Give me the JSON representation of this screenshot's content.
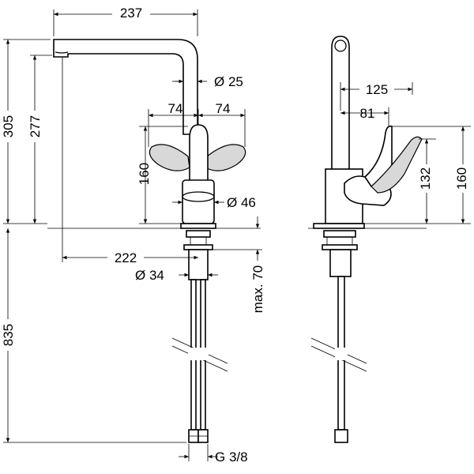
{
  "front_view": {
    "dim_spout_reach": "237",
    "dim_spout_diameter": "Ø 25",
    "dim_lever_left": "74",
    "dim_lever_right": "74",
    "dim_lever_height": "160",
    "dim_body_diameter": "Ø 46",
    "dim_total_height": "305",
    "dim_spout_height": "277",
    "dim_base_offset": "222",
    "dim_shank_diameter": "Ø 34",
    "dim_max_deck": "max. 70",
    "dim_hose_length": "835",
    "dim_thread": "G 3/8"
  },
  "side_view": {
    "dim_lever_reach": "125",
    "dim_lever_offset": "81",
    "dim_lever_height_132": "132",
    "dim_lever_height_160": "160"
  }
}
